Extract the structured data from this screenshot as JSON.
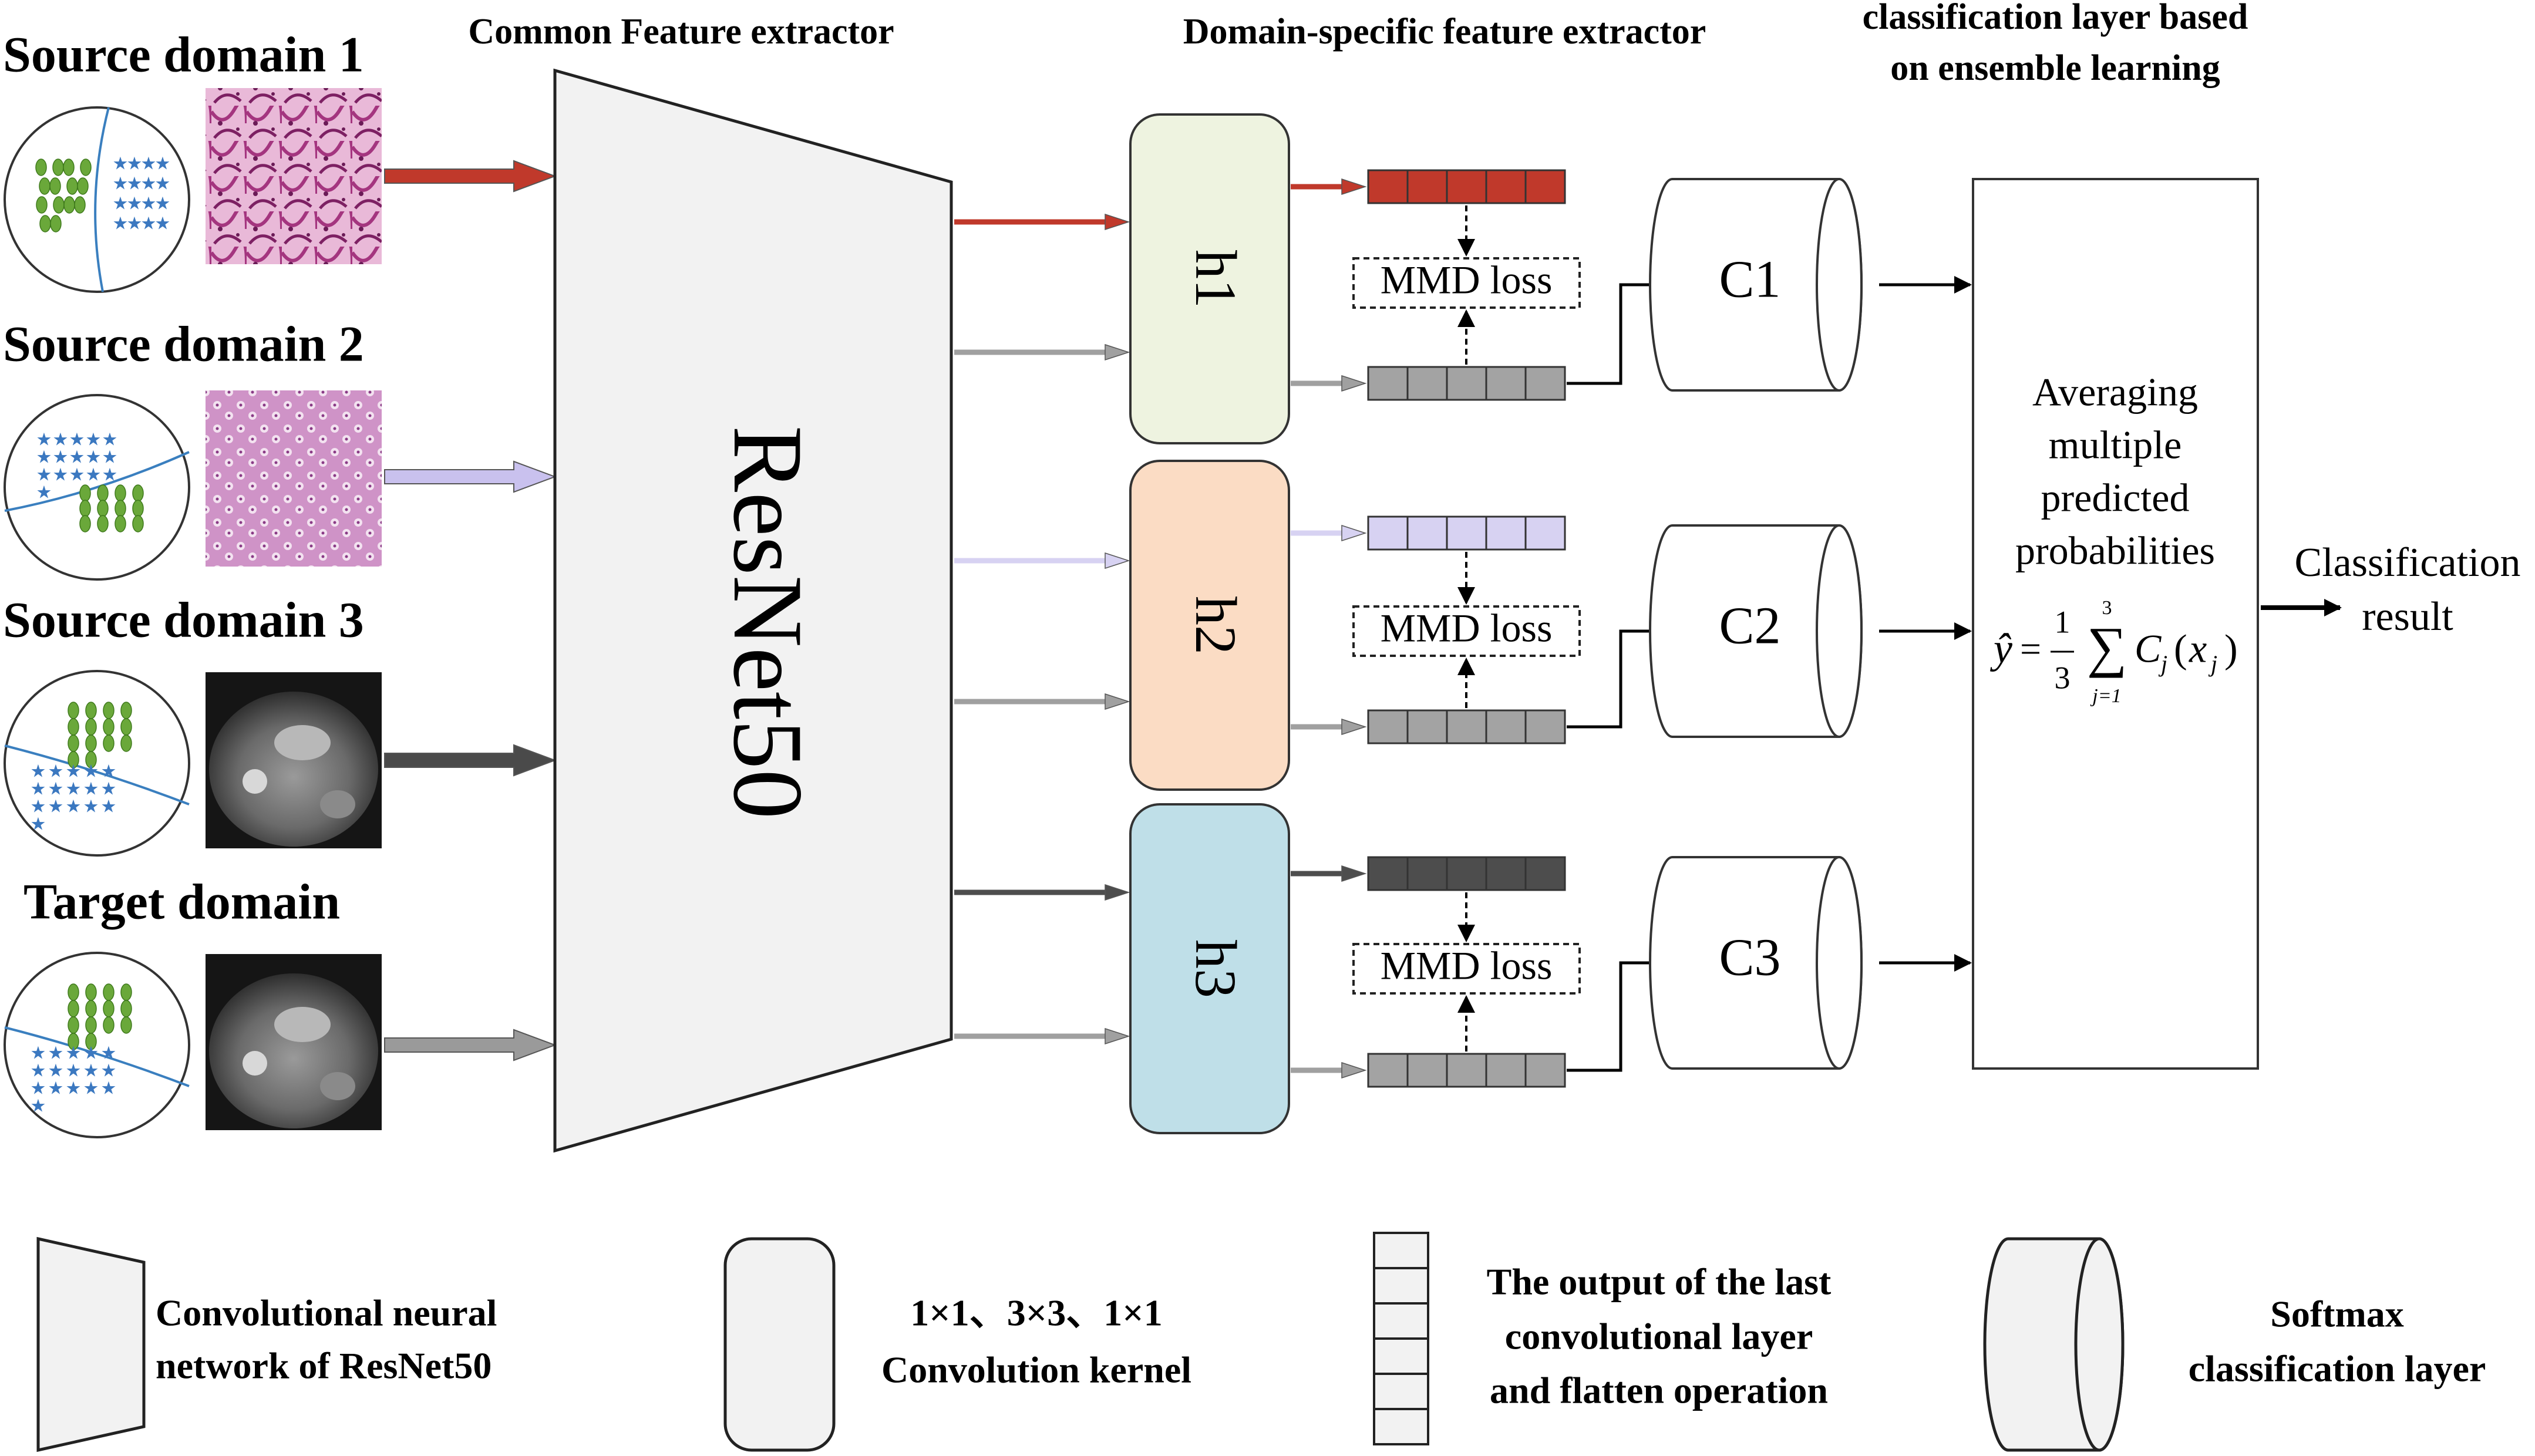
{
  "headers": {
    "common": "Common Feature extractor",
    "specific": "Domain-specific feature extractor",
    "ensemble_1": "classification layer based",
    "ensemble_2": "on ensemble learning"
  },
  "domains": [
    {
      "label": "Source domain 1",
      "arrow_color": "#c0392b",
      "image": "histology-pink"
    },
    {
      "label": "Source domain 2",
      "arrow_color": "#c9c1ee",
      "image": "histology-cells"
    },
    {
      "label": "Source domain 3",
      "arrow_color": "#4a4a4a",
      "image": "ct-scan"
    },
    {
      "label": "Target domain",
      "arrow_color": "#9a9a9a",
      "image": "ct-scan"
    }
  ],
  "resnet_label": "ResNet50",
  "extractors": [
    {
      "label": "h1",
      "fill": "#eef3e0"
    },
    {
      "label": "h2",
      "fill": "#fbdcc4"
    },
    {
      "label": "h3",
      "fill": "#bfdfe8"
    }
  ],
  "feature_colors": {
    "source1": "#c0392b",
    "source2": "#d7d2f2",
    "source3": "#4d4d4d",
    "target": "#a0a0a0"
  },
  "mmd_label": "MMD loss",
  "classifiers": [
    "C1",
    "C2",
    "C3"
  ],
  "ensemble": {
    "text_lines": [
      "Averaging",
      "multiple",
      "predicted",
      "probabilities"
    ],
    "formula": {
      "yhat": "ŷ",
      "eq": "=",
      "num": "1",
      "den": "3",
      "upper": "3",
      "sum": "∑",
      "lower": "j=1",
      "term": "C",
      "sub_j": "j",
      "paren_open": "(",
      "x": "x",
      "paren_close": ")"
    }
  },
  "output": {
    "line1": "Classification",
    "line2": "result"
  },
  "legend": {
    "resnet": [
      "Convolutional neural",
      "network of ResNet50"
    ],
    "kernel": [
      "1×1、3×3、1×1",
      "Convolution kernel"
    ],
    "flatten": [
      "The output of the last",
      "convolutional layer",
      "and flatten operation"
    ],
    "softmax": [
      "Softmax",
      "classification layer"
    ]
  }
}
